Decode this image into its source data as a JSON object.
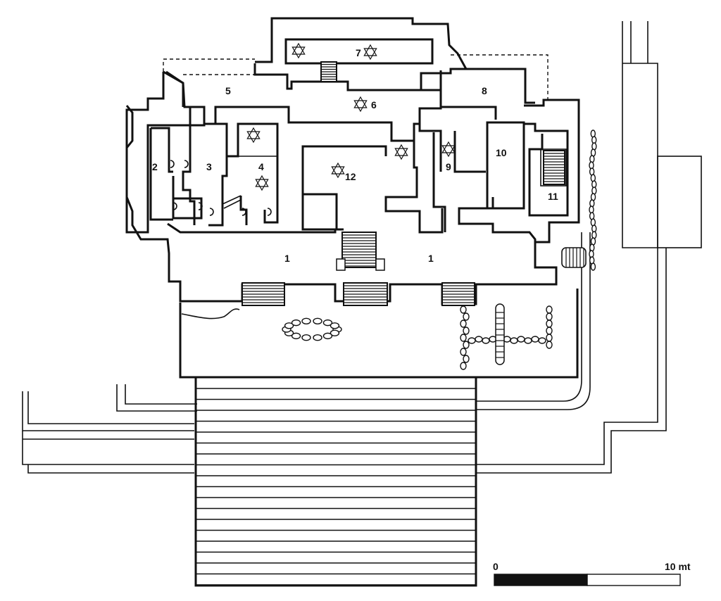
{
  "rooms": [
    {
      "id": "1a",
      "label": "1"
    },
    {
      "id": "1b",
      "label": "1"
    },
    {
      "id": "2",
      "label": "2"
    },
    {
      "id": "3",
      "label": "3"
    },
    {
      "id": "4",
      "label": "4"
    },
    {
      "id": "5",
      "label": "5"
    },
    {
      "id": "6",
      "label": "6"
    },
    {
      "id": "7",
      "label": "7"
    },
    {
      "id": "8",
      "label": "8"
    },
    {
      "id": "9",
      "label": "9"
    },
    {
      "id": "10",
      "label": "10"
    },
    {
      "id": "11",
      "label": "11"
    },
    {
      "id": "12",
      "label": "12"
    }
  ],
  "scale_bar": {
    "start_label": "0",
    "end_label": "10 mt"
  },
  "colors": {
    "ink": "#111111",
    "paper": "#ffffff"
  },
  "icons": [
    "star-of-david-icon"
  ]
}
